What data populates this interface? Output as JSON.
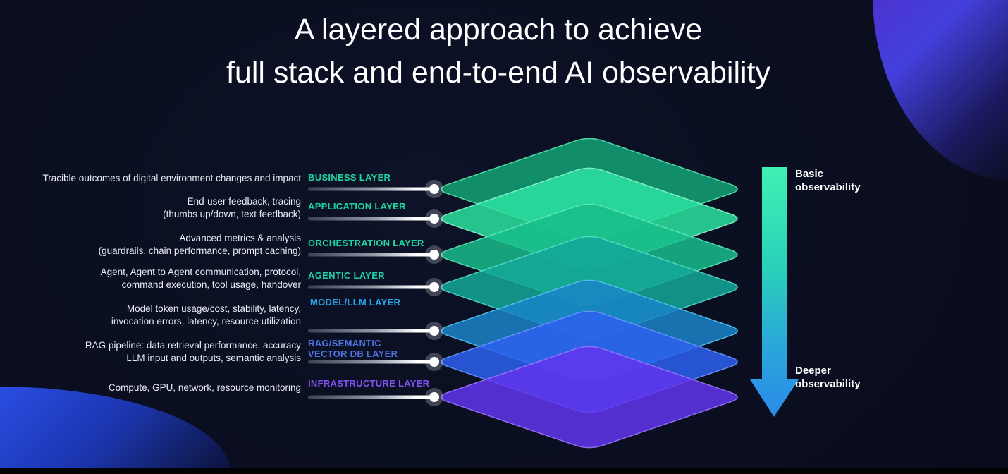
{
  "title": {
    "lines": [
      "A layered approach to achieve",
      "full stack and end-to-end AI observability"
    ]
  },
  "legend": {
    "top": {
      "lines": [
        "Basic",
        "observability"
      ]
    },
    "bottom": {
      "lines": [
        "Deeper",
        "observability"
      ]
    }
  },
  "arrow": {
    "gradient": [
      "#40f0b3",
      "#2ad1b9",
      "#29a9d8",
      "#2b8ae9"
    ]
  },
  "connector": {
    "dot_color": "#ffffff"
  },
  "layers": [
    {
      "name_lines": [
        "BUSINESS LAYER"
      ],
      "label_color": "#1fd6a1",
      "description_lines": [
        "Tracible outcomes of digital environment changes and impact"
      ],
      "diamond_fill": "#14a377",
      "diamond_stroke": "#55e6ad"
    },
    {
      "name_lines": [
        "APPLICATION LAYER"
      ],
      "label_color": "#1fd6a1",
      "description_lines": [
        "End-user feedback, tracing",
        "(thumbs up/down, text feedback)"
      ],
      "diamond_fill": "#2be3a0",
      "diamond_stroke": "#8bf5cd"
    },
    {
      "name_lines": [
        "ORCHESTRATION LAYER"
      ],
      "label_color": "#1fd6a1",
      "description_lines": [
        "Advanced metrics & analysis",
        "(guardrails, chain performance, prompt caching)"
      ],
      "diamond_fill": "#19bd8b",
      "diamond_stroke": "#5fe9b8"
    },
    {
      "name_lines": [
        "AGENTIC LAYER"
      ],
      "label_color": "#1fcfae",
      "description_lines": [
        "Agent, Agent to Agent communication, protocol,",
        "command execution, tool usage, handover"
      ],
      "diamond_fill": "#14a898",
      "diamond_stroke": "#52dcc8"
    },
    {
      "name_lines": [
        "MODEL/LLM LAYER"
      ],
      "label_color": "#2aa4e6",
      "description_lines": [
        "Model token usage/cost, stability, latency,",
        "invocation errors, latency, resource utilization"
      ],
      "diamond_fill": "#1a84c8",
      "diamond_stroke": "#54c2ee"
    },
    {
      "name_lines": [
        "RAG/SEMANTIC",
        "VECTOR DB LAYER"
      ],
      "label_color": "#4e73e0",
      "description_lines": [
        "RAG pipeline: data retrieval performance, accuracy",
        "LLM input and outputs, semantic analysis"
      ],
      "diamond_fill": "#2d61f0",
      "diamond_stroke": "#6a93ff"
    },
    {
      "name_lines": [
        "INFRASTRUCTURE LAYER"
      ],
      "label_color": "#8150f0",
      "description_lines": [
        "Compute, GPU, network, resource monitoring"
      ],
      "diamond_fill": "#6135ef",
      "diamond_stroke": "#9a74ff"
    }
  ]
}
